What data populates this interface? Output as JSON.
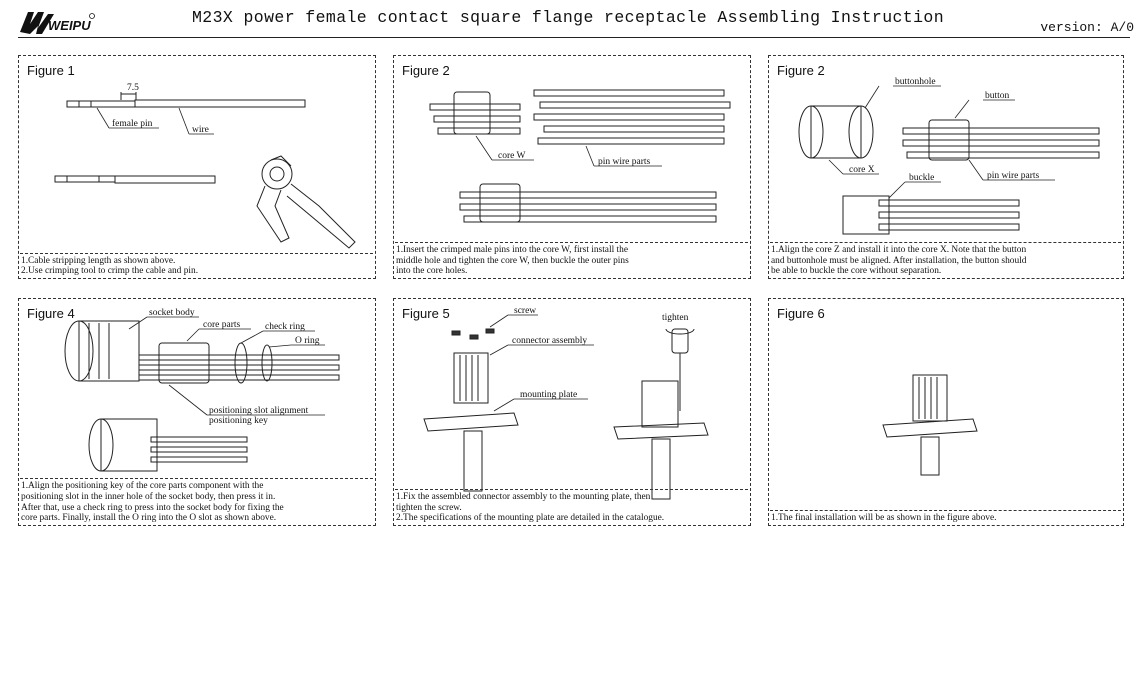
{
  "header": {
    "brand": "WEIPU",
    "title": "M23X power female contact square flange receptacle Assembling Instruction",
    "version": "version: A/0"
  },
  "panels": [
    {
      "figure": "Figure 1",
      "labels": {
        "dim": "7.5",
        "female_pin": "female pin",
        "wire": "wire"
      },
      "caption": [
        "1.Cable stripping length as shown above.",
        "2.Use crimping tool to crimp the cable and pin."
      ]
    },
    {
      "figure": "Figure 2",
      "labels": {
        "core_w": "core W",
        "pin_wire_parts": "pin wire parts"
      },
      "caption": [
        "1.Insert the crimped male pins into the core W, first install the",
        "middle hole and tighten the core W, then buckle the outer pins",
        "into the core holes."
      ]
    },
    {
      "figure": "Figure 2",
      "labels": {
        "buttonhole": "buttonhole",
        "button": "button",
        "core_x": "core X",
        "pin_wire_parts": "pin wire parts",
        "buckle": "buckle"
      },
      "caption": [
        "1.Align the core Z and install it into the core X. Note that the button",
        "and buttonhole must be aligned. After installation, the button should",
        "be able to buckle the core without separation."
      ]
    },
    {
      "figure": "Figure 4",
      "labels": {
        "socket_body": "socket body",
        "core_parts": "core parts",
        "check_ring": "check ring",
        "o_ring": "O ring",
        "slot": "positioning slot alignment",
        "key": "positioning key"
      },
      "caption": [
        "1.Align the positioning key of the core parts component with the",
        "positioning slot in the inner hole of the socket body, then press it in.",
        "After that, use a check ring to press into the socket body for fixing the",
        "core parts. Finally, install the O ring into the O slot as shown above."
      ]
    },
    {
      "figure": "Figure 5",
      "labels": {
        "screw": "screw",
        "connector_assembly": "connector assembly",
        "mounting_plate": "mounting plate",
        "tighten": "tighten"
      },
      "caption": [
        "1.Fix the assembled connector assembly to the mounting plate, then",
        "tighten the screw.",
        "2.The specifications of the mounting plate are detailed in the catalogue."
      ]
    },
    {
      "figure": "Figure 6",
      "labels": {},
      "caption": [
        "1.The final installation will be as shown in the figure above."
      ]
    }
  ]
}
